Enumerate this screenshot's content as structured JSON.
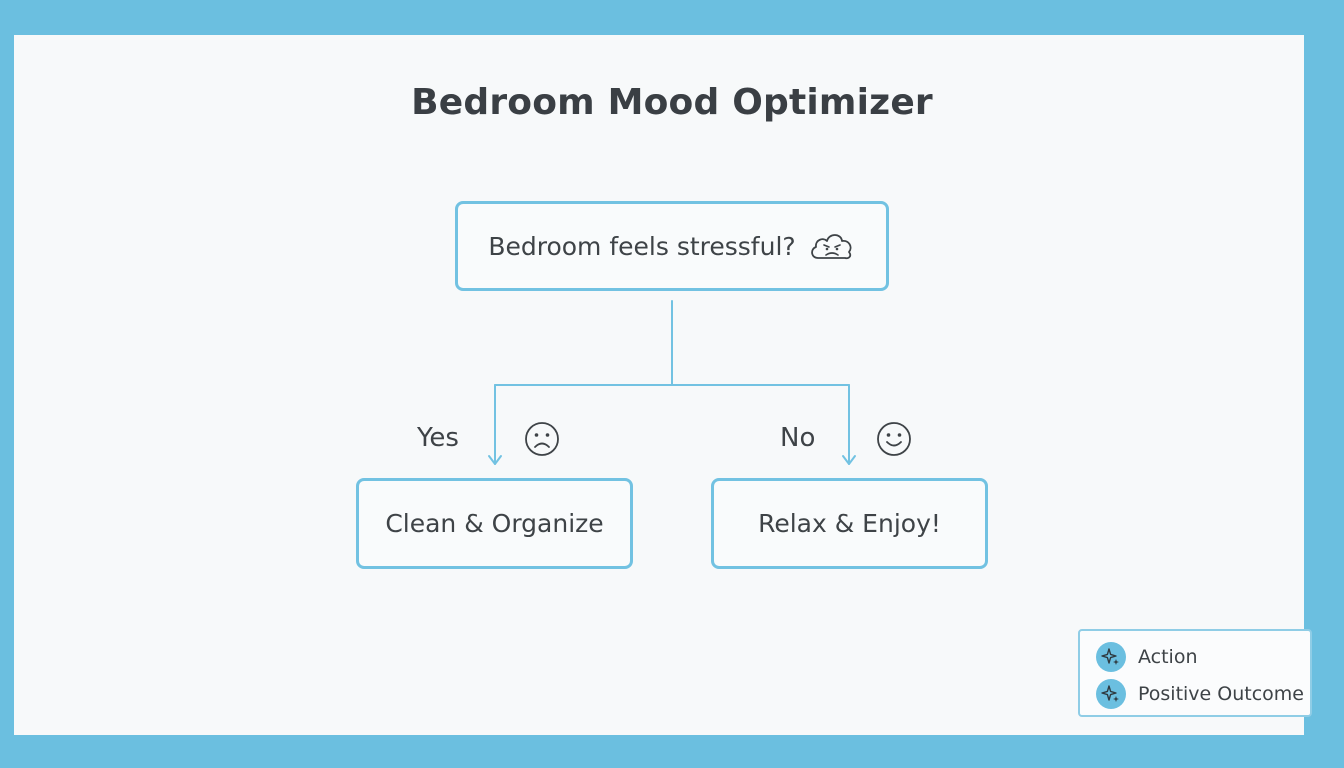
{
  "title": "Bedroom Mood Optimizer",
  "decision": {
    "text": "Bedroom feels stressful?",
    "icon": "stressed-cloud-icon"
  },
  "branches": {
    "yes": {
      "label": "Yes",
      "icon": "sad-face-icon",
      "action": "Clean & Organize"
    },
    "no": {
      "label": "No",
      "icon": "happy-face-icon",
      "action": "Relax & Enjoy!"
    }
  },
  "legend": {
    "items": [
      {
        "label": "Action",
        "icon": "sparkle-icon"
      },
      {
        "label": "Positive Outcome",
        "icon": "sparkle-icon"
      }
    ]
  },
  "colors": {
    "frame": "#6bbfe0",
    "box_border": "#72c2e2",
    "connector": "#72c2e2",
    "text": "#3e4347",
    "background": "#f7f9fa"
  }
}
